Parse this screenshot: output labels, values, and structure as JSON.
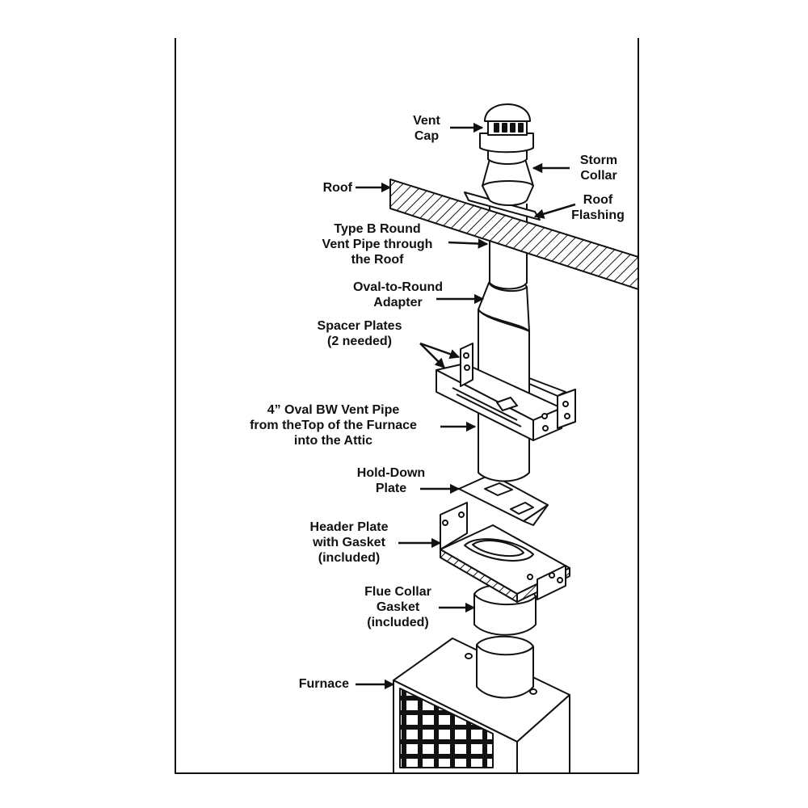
{
  "labels": {
    "vent_cap": [
      "Vent",
      "Cap"
    ],
    "storm_collar": [
      "Storm",
      "Collar"
    ],
    "roof": "Roof",
    "roof_flashing": [
      "Roof",
      "Flashing"
    ],
    "type_b": [
      "Type B Round",
      "Vent Pipe through",
      "the Roof"
    ],
    "oval_adapter": [
      "Oval-to-Round",
      "Adapter"
    ],
    "spacer_plates": [
      "Spacer Plates",
      "(2 needed)"
    ],
    "oval_bw": [
      "4” Oval BW Vent Pipe",
      "from theTop of the Furnace",
      "into the Attic"
    ],
    "hold_down": [
      "Hold-Down",
      "Plate"
    ],
    "header_plate": [
      "Header Plate",
      "with Gasket",
      "(included)"
    ],
    "flue_collar": [
      "Flue Collar",
      "Gasket",
      "(included)"
    ],
    "furnace": "Furnace"
  },
  "colors": {
    "line": "#111111",
    "fill": "#ffffff"
  }
}
